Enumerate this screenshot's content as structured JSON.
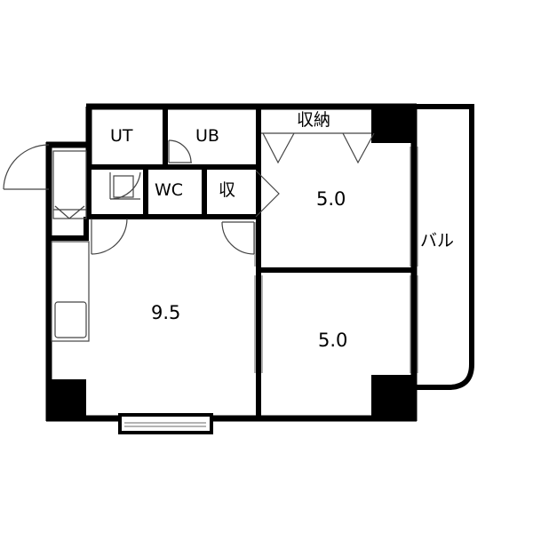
{
  "floorplan": {
    "rooms": {
      "ut": "UT",
      "ub": "UB",
      "storage_top": "収納",
      "wc": "WC",
      "storage_small": "収",
      "bedroom_upper": "5.0",
      "bedroom_lower": "5.0",
      "living": "9.5",
      "balcony": "バル"
    },
    "colors": {
      "wall": "#000000",
      "thin_line": "#555555",
      "window_line": "#888888",
      "background": "#ffffff"
    }
  }
}
